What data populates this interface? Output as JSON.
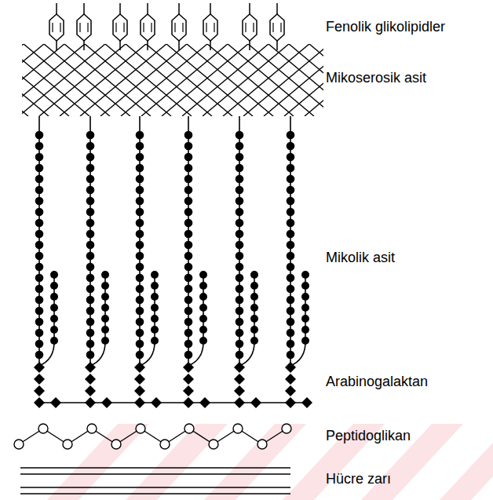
{
  "diagram": {
    "labels": [
      "Fenolik glikolipidler",
      "Mikoserosik asit",
      "Mikolik asit",
      "Arabinogalaktan",
      "Peptidoglikan",
      "Hücre zarı"
    ]
  }
}
